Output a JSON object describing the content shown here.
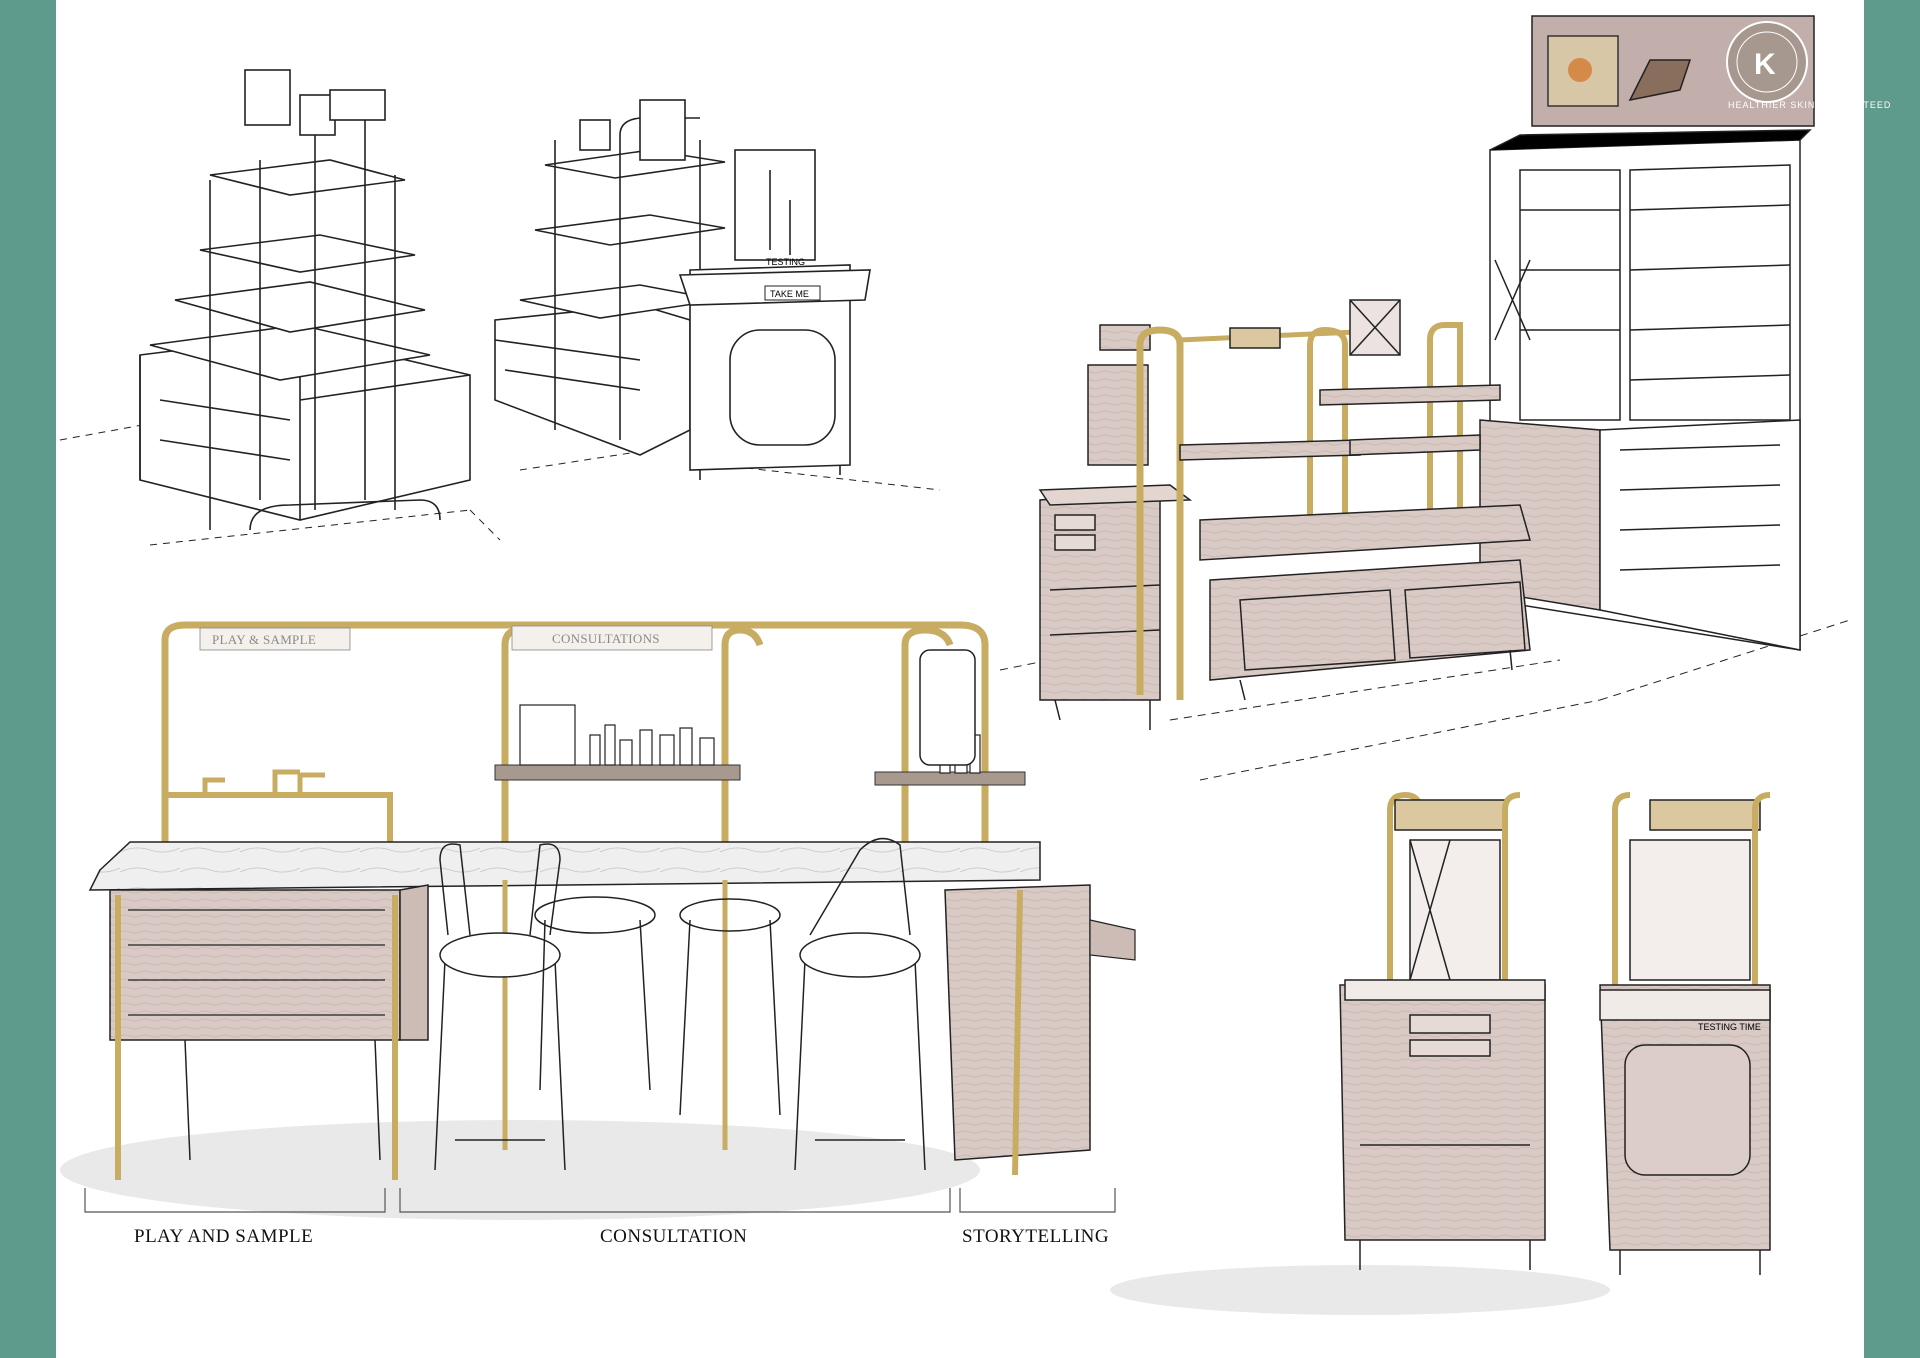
{
  "zones": {
    "play": "PLAY AND SAMPLE",
    "consultation": "CONSULTATION",
    "storytelling": "STORYTELLING"
  },
  "signs": {
    "play_sample": "PLAY & SAMPLE",
    "consultations": "CONSULTATIONS",
    "testing_time": "TESTING TIME",
    "take_me": "TAKE ME",
    "testing": "TESTING"
  },
  "badge": {
    "text": "HEALTHIER SKIN GUARANTEED",
    "letter": "K"
  },
  "colors": {
    "frame_teal": "#5e9b8c",
    "wood": "#d8c8c3",
    "brass": "#c8ac62",
    "marble": "#ececec",
    "line": "#222222"
  }
}
